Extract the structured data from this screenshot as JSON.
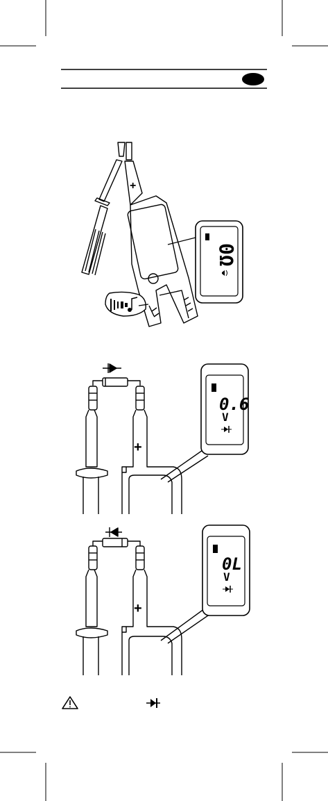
{
  "page": {
    "colors": {
      "ink": "#000000",
      "paper": "#ffffff"
    }
  },
  "figure_top": {
    "probe_polarity": "+",
    "display_reading": "0Ω",
    "display_icons": [
      "battery-icon",
      "beeper-icon"
    ],
    "callout_icon": "buzzer-sound-icon"
  },
  "figure_middle": {
    "probe_polarity": "+",
    "display_value": "0.6",
    "display_unit": "V",
    "display_icons": [
      "battery-icon",
      "diode-icon"
    ],
    "component_icon": "diode-icon"
  },
  "figure_bottom": {
    "probe_polarity": "+",
    "display_value": "0L",
    "display_unit": "V",
    "display_icons": [
      "battery-icon",
      "diode-icon"
    ],
    "component_icon": "diode-icon"
  },
  "footer_note": {
    "icons": [
      "warning-icon",
      "diode-icon"
    ]
  }
}
